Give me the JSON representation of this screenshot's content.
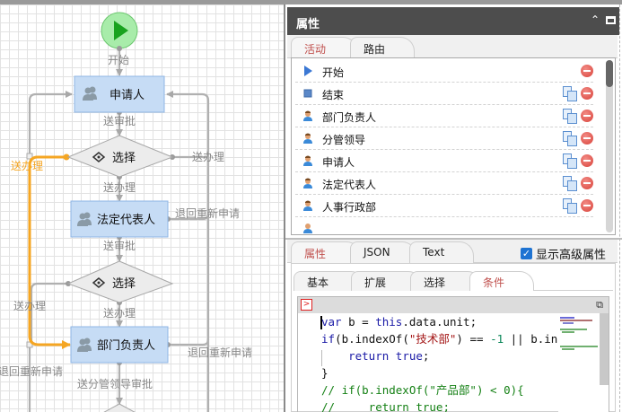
{
  "canvas": {
    "nodes": {
      "start_label": "开始",
      "applicant": "申请人",
      "choice1": "选择",
      "legal_rep": "法定代表人",
      "choice2": "选择",
      "dept_head": "部门负责人"
    },
    "edges": {
      "start_to_applicant": "开始",
      "applicant_to_choice1": "送审批",
      "choice1_to_legal": "送办理",
      "choice1_right": "送办理",
      "choice1_left": "送办理",
      "legal_return": "退回重新申请",
      "legal_to_choice2": "送审批",
      "choice2_left": "送办理",
      "choice2_to_dept": "送办理",
      "dept_return_right": "退回重新申请",
      "dept_return_left": "退回重新申请",
      "dept_to_next": "送分管领导审批"
    },
    "colors": {
      "active_edge": "#f5a623",
      "edge": "#b0b0b0",
      "node_fill": "#c6dcf5",
      "start_fill": "#a8ecaa"
    }
  },
  "panel": {
    "title": "属性",
    "header_buttons": {
      "collapse": "^",
      "maximize": "maximize"
    },
    "tabs": [
      {
        "label": "活动",
        "active": true
      },
      {
        "label": "路由",
        "active": false
      }
    ],
    "activities": [
      {
        "label": "开始",
        "icon": "play-icon",
        "copy": false
      },
      {
        "label": "结束",
        "icon": "stop-icon",
        "copy": true
      },
      {
        "label": "部门负责人",
        "icon": "user-icon",
        "copy": true
      },
      {
        "label": "分管领导",
        "icon": "user-icon",
        "copy": true
      },
      {
        "label": "申请人",
        "icon": "user-icon",
        "copy": true
      },
      {
        "label": "法定代表人",
        "icon": "user-icon",
        "copy": true
      },
      {
        "label": "人事行政部",
        "icon": "user-icon",
        "copy": true
      }
    ],
    "lower_tabs": [
      {
        "label": "属性",
        "active": true
      },
      {
        "label": "JSON",
        "active": false
      },
      {
        "label": "Text",
        "active": false
      }
    ],
    "show_advanced": {
      "label": "显示高级属性",
      "checked": true
    },
    "sub_tabs": [
      {
        "label": "基本",
        "active": false
      },
      {
        "label": "扩展",
        "active": false
      },
      {
        "label": "选择",
        "active": false
      },
      {
        "label": "条件",
        "active": true
      }
    ],
    "editor": {
      "lines": [
        "var b = this.data.unit;",
        "if(b.indexOf(\"技术部\") == -1 || b.in",
        "    return true;",
        "}",
        "// if(b.indexOf(\"产品部\") < 0){",
        "//     return true;"
      ]
    }
  }
}
